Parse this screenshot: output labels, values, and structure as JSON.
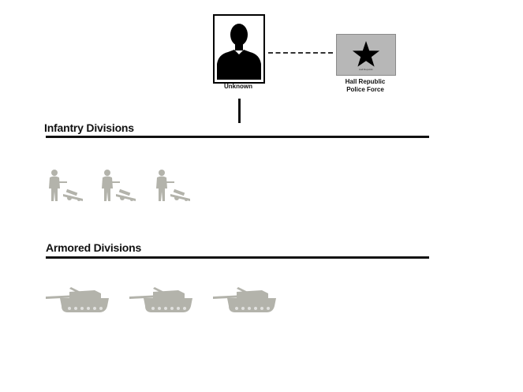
{
  "leader": {
    "name": "Unknown",
    "icon": "person-silhouette-icon"
  },
  "organization": {
    "name_line1": "Hall Republic",
    "name_line2": "Police Force",
    "flag_caption": "Hall Republic",
    "flag_icon": "star-icon",
    "flag_color": "#b7b7b7"
  },
  "sections": {
    "infantry": {
      "title": "Infantry Divisions",
      "unit_count": 3,
      "unit_icon": "infantry-with-artillery-icon"
    },
    "armored": {
      "title": "Armored Divisions",
      "unit_count": 3,
      "unit_icon": "tank-icon"
    }
  },
  "colors": {
    "unit_gray": "#b3b3ab",
    "line": "#111111"
  }
}
